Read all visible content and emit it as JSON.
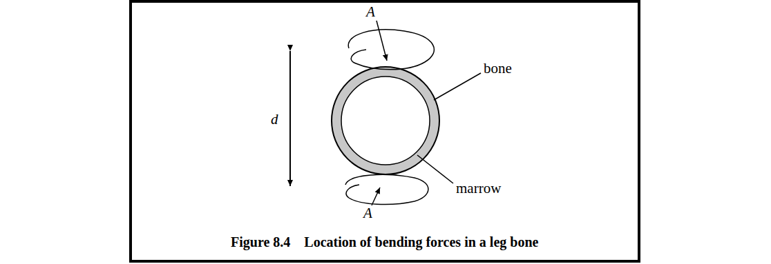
{
  "diagram": {
    "caption": "Figure 8.4    Location of bending forces in a leg bone",
    "labels": [
      "A",
      "bone",
      "d",
      "marrow",
      "A"
    ]
  }
}
